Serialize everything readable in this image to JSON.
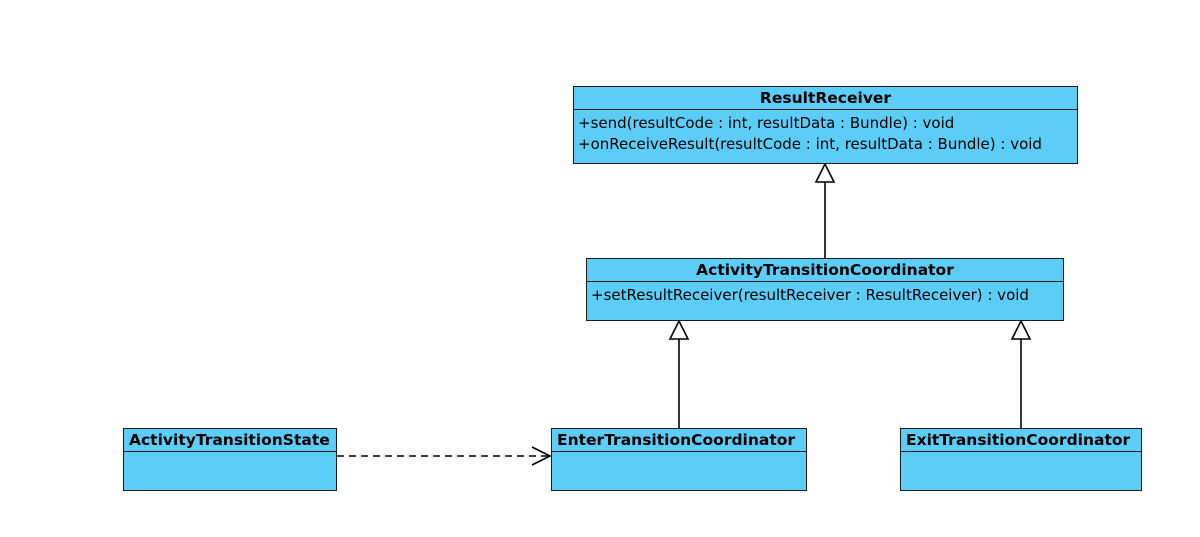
{
  "colors": {
    "class_fill": "#5ccdf7",
    "border": "#1a1a1a",
    "line": "#000000"
  },
  "classes": {
    "result_receiver": {
      "name": "ResultReceiver",
      "operations": [
        "+send(resultCode : int, resultData : Bundle) : void",
        "+onReceiveResult(resultCode : int, resultData : Bundle) : void"
      ]
    },
    "activity_transition_coordinator": {
      "name": "ActivityTransitionCoordinator",
      "operations": [
        "+setResultReceiver(resultReceiver : ResultReceiver) : void"
      ]
    },
    "activity_transition_state": {
      "name": "ActivityTransitionState",
      "operations": []
    },
    "enter_transition_coordinator": {
      "name": "EnterTransitionCoordinator",
      "operations": []
    },
    "exit_transition_coordinator": {
      "name": "ExitTransitionCoordinator",
      "operations": []
    }
  },
  "relations": [
    {
      "type": "generalization",
      "from": "ActivityTransitionCoordinator",
      "to": "ResultReceiver"
    },
    {
      "type": "generalization",
      "from": "EnterTransitionCoordinator",
      "to": "ActivityTransitionCoordinator"
    },
    {
      "type": "generalization",
      "from": "ExitTransitionCoordinator",
      "to": "ActivityTransitionCoordinator"
    },
    {
      "type": "dependency",
      "from": "ActivityTransitionState",
      "to": "EnterTransitionCoordinator"
    }
  ]
}
